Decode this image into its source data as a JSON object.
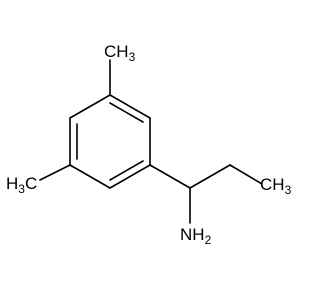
{
  "molecule": {
    "labels": {
      "methyl_top": {
        "main": "CH",
        "sub": "3"
      },
      "methyl_left": {
        "pre": "H",
        "sub": "3",
        "main": "C"
      },
      "methyl_right": {
        "main": "CH",
        "sub": "3"
      },
      "amine": {
        "main": "NH",
        "sub": "2"
      }
    },
    "colors": {
      "bond": "#000000",
      "text": "#000000",
      "background": "#ffffff"
    }
  }
}
